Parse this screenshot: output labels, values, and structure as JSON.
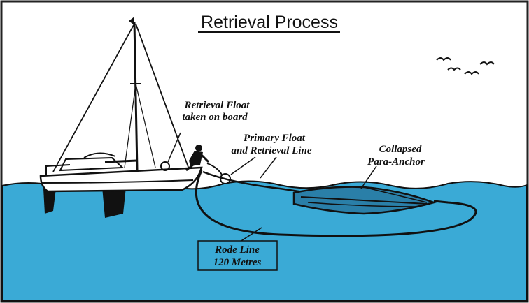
{
  "title": "Retrieval Process",
  "labels": {
    "retrieval_float": [
      "Retrieval Float",
      "taken on board"
    ],
    "primary_float": [
      "Primary Float",
      "and Retrieval Line"
    ],
    "para_anchor": [
      "Collapsed",
      "Para-Anchor"
    ],
    "rode_line": [
      "Rode Line",
      "120 Metres"
    ]
  },
  "colors": {
    "sea": "#3aaad6",
    "ink": "#111111",
    "hull": "#ffffff"
  }
}
